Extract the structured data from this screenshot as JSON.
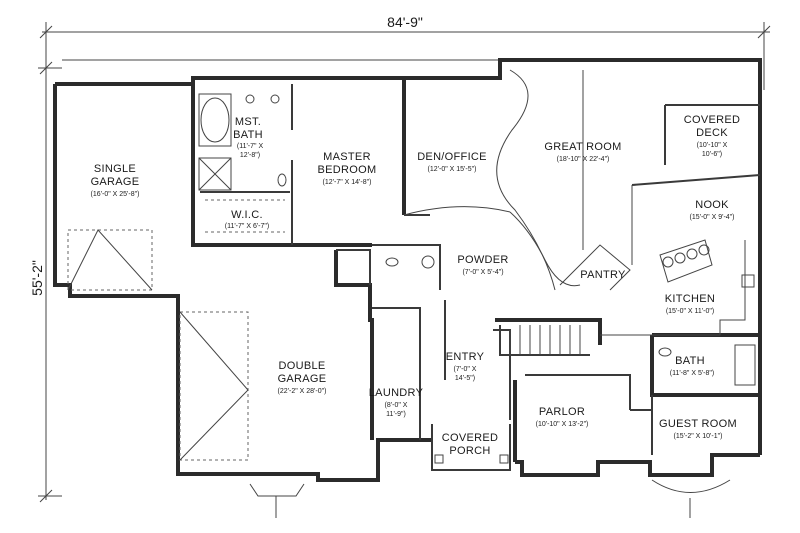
{
  "overall": {
    "width": "84'-9\"",
    "depth": "55'-2\""
  },
  "rooms": {
    "single_garage": {
      "name1": "SINGLE",
      "name2": "GARAGE",
      "dims": "(16'-0\" X 25'-8\")"
    },
    "mst_bath": {
      "name1": "MST.",
      "name2": "BATH",
      "dims1": "(11'-7\" X",
      "dims2": "12'-8\")"
    },
    "wic": {
      "name": "W.I.C.",
      "dims": "(11'-7\" X 6'-7\")"
    },
    "master_bedroom": {
      "name1": "MASTER",
      "name2": "BEDROOM",
      "dims": "(12'-7\" X 14'-8\")"
    },
    "den_office": {
      "name": "DEN/OFFICE",
      "dims": "(12'-0\" X 15'-5\")"
    },
    "great_room": {
      "name": "GREAT ROOM",
      "dims": "(18'-10\" X 22'-4\")"
    },
    "covered_deck": {
      "name1": "COVERED",
      "name2": "DECK",
      "dims1": "(10'-10\" X",
      "dims2": "10'-6\")"
    },
    "nook": {
      "name": "NOOK",
      "dims": "(15'-0\" X 9'-4\")"
    },
    "powder": {
      "name": "POWDER",
      "dims": "(7'-0\" X 5'-4\")"
    },
    "pantry": {
      "name": "PANTRY"
    },
    "kitchen": {
      "name": "KITCHEN",
      "dims": "(15'-0\" X 11'-0\")"
    },
    "bath": {
      "name": "BATH",
      "dims": "(11'-8\" X 5'-8\")"
    },
    "entry": {
      "name": "ENTRY",
      "dims1": "(7'-0\" X",
      "dims2": "14'-5\")"
    },
    "double_garage": {
      "name1": "DOUBLE",
      "name2": "GARAGE",
      "dims": "(22'-2\" X 28'-0\")"
    },
    "laundry": {
      "name": "LAUNDRY",
      "dims1": "(8'-0\" X",
      "dims2": "11'-9\")"
    },
    "covered_porch": {
      "name1": "COVERED",
      "name2": "PORCH"
    },
    "parlor": {
      "name": "PARLOR",
      "dims": "(10'-10\" X 13'-2\")"
    },
    "guest_room": {
      "name": "GUEST ROOM",
      "dims": "(15'-2\" X 10'-1\")"
    }
  }
}
